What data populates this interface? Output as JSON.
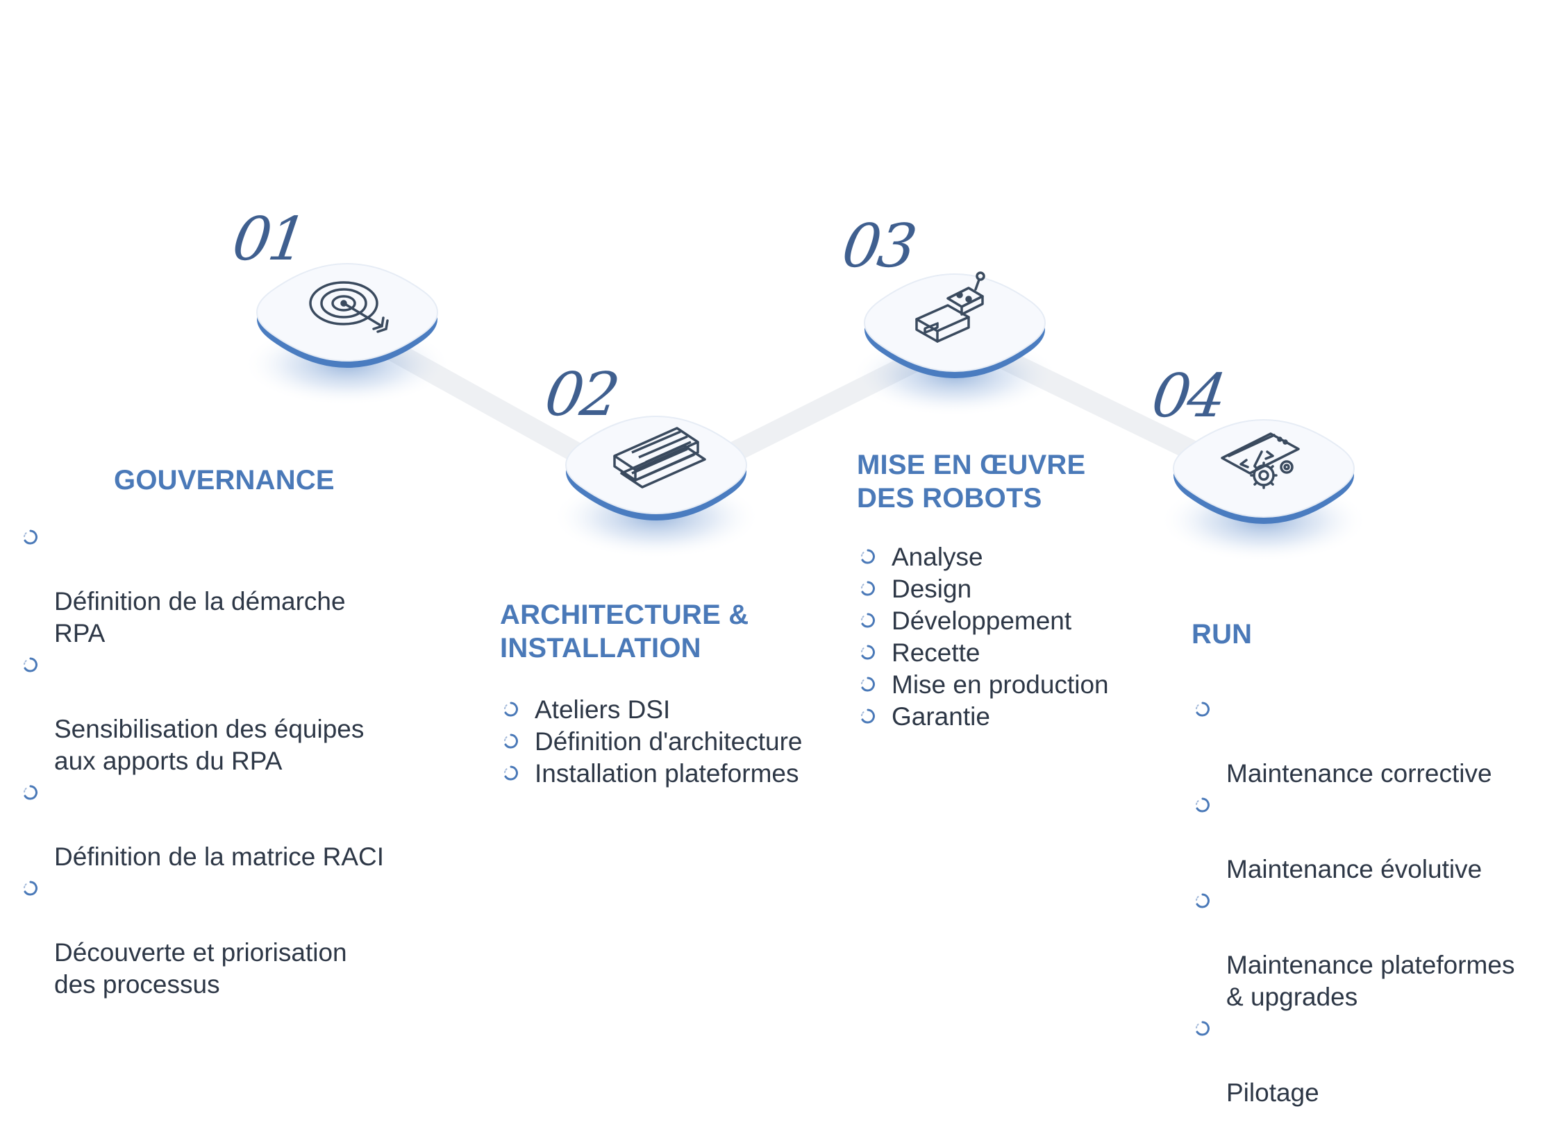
{
  "colors": {
    "accent": "#4a79b8",
    "number": "#3f5f8f",
    "text": "#2d3746",
    "pad": "#f7f9fd",
    "pad_edge": "#4a7cc0",
    "connector": "#eef0f3"
  },
  "steps": [
    {
      "number": "01",
      "icon": "target-icon",
      "title": "GOUVERNANCE",
      "items": [
        "Définition de la démarche\nRPA",
        "Sensibilisation des équipes\naux apports du RPA",
        "Définition de la matrice RACI",
        "Découverte et priorisation\ndes processus"
      ]
    },
    {
      "number": "02",
      "icon": "server-rack-icon",
      "title": "ARCHITECTURE &\nINSTALLATION",
      "items": [
        "Ateliers DSI",
        "Définition d'architecture",
        "Installation plateformes"
      ]
    },
    {
      "number": "03",
      "icon": "robot-icon",
      "title": "MISE EN ŒUVRE\nDES ROBOTS",
      "items": [
        "Analyse",
        "Design",
        "Développement",
        "Recette",
        "Mise en production",
        "Garantie"
      ]
    },
    {
      "number": "04",
      "icon": "code-settings-icon",
      "title": "RUN",
      "items": [
        "Maintenance corrective",
        "Maintenance évolutive",
        "Maintenance plateformes\n& upgrades",
        "Pilotage"
      ]
    }
  ]
}
